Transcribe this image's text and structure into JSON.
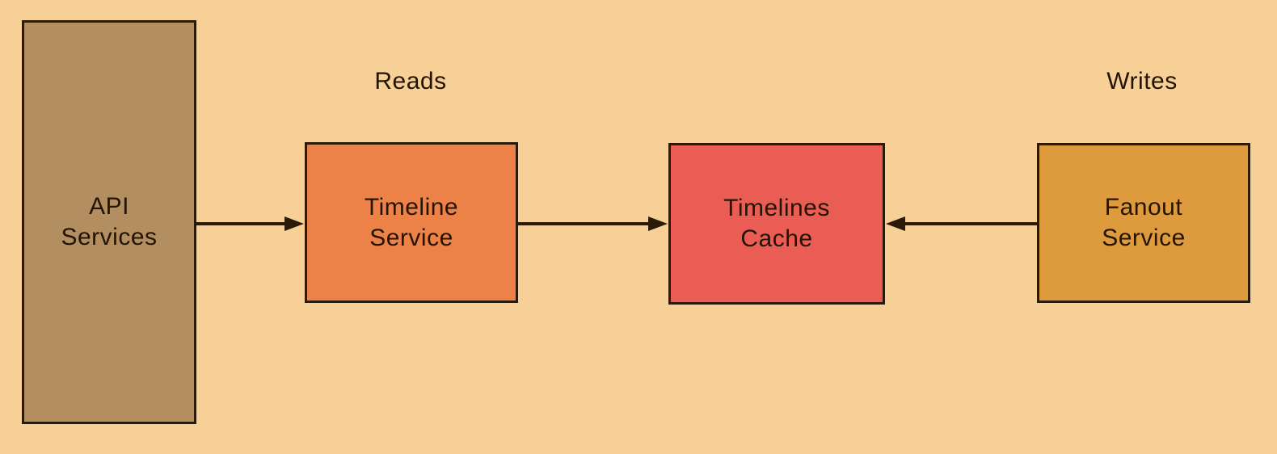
{
  "colors": {
    "background": "#F6D096",
    "stroke": "#2A1A08",
    "text": "#231403",
    "api_fill": "#B28E61",
    "timeline_fill": "#EC8248",
    "cache_fill": "#E95D55",
    "fanout_fill": "#DE9B3D"
  },
  "nodes": {
    "api_services": {
      "label": "API\nServices"
    },
    "timeline_service": {
      "label": "Timeline\nService"
    },
    "timelines_cache": {
      "label": "Timelines\nCache"
    },
    "fanout_service": {
      "label": "Fanout\nService"
    }
  },
  "annotations": {
    "reads": "Reads",
    "writes": "Writes"
  },
  "edges": [
    {
      "from": "api_services",
      "to": "timeline_service",
      "direction": "right"
    },
    {
      "from": "timeline_service",
      "to": "timelines_cache",
      "direction": "right"
    },
    {
      "from": "fanout_service",
      "to": "timelines_cache",
      "direction": "left"
    }
  ]
}
